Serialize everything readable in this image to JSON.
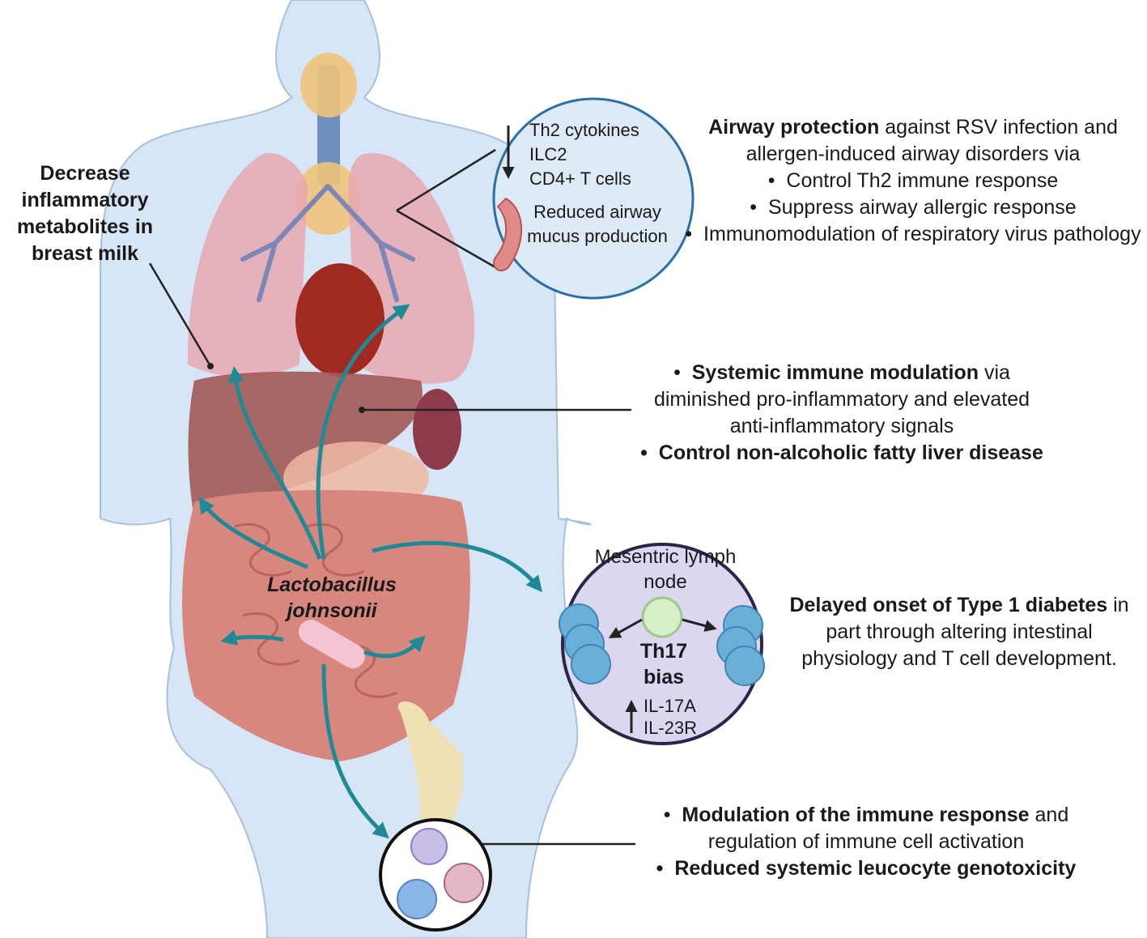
{
  "breast_milk_label": "Decrease inflammatory metabolites in breast milk",
  "airway": {
    "bold": "Airway protection",
    "rest": " against RSV infection and allergen-induced airway disorders via",
    "bullets": [
      "Control Th2 immune response",
      "Suppress airway allergic response",
      "Immunomodulation of respiratory virus pathology"
    ]
  },
  "lung_inset": {
    "items": [
      "Th2 cytokines",
      "ILC2",
      "CD4+ T cells"
    ],
    "mucus": "Reduced airway mucus production"
  },
  "liver": {
    "bullet1_bold": "Systemic immune modulation",
    "bullet1_rest": " via diminished pro-inflammatory and elevated anti-inflammatory signals",
    "bullet2_bold": "Control non-alcoholic fatty liver disease"
  },
  "bacterium_label": "Lactobacillus johnsonii",
  "lymph_node": {
    "title": "Mesentric lymph node",
    "bias": "Th17 bias",
    "il_1": "IL-17A",
    "il_2": "IL-23R"
  },
  "diabetes": {
    "bold": "Delayed onset of Type 1 diabetes",
    "rest": " in part through altering intestinal physiology and T cell development."
  },
  "immune": {
    "bullet1_bold": "Modulation of the immune response",
    "bullet1_rest": " and regulation of  immune cell activation",
    "bullet2_bold": "Reduced systemic leucocyte genotoxicity"
  },
  "colors": {
    "body": "#d6e6f6",
    "lung": "#e8a7b0",
    "liver": "#a25a55",
    "intestine": "#d8877f",
    "arrow": "#1f8a96",
    "inset_fill": "#dfeaf7",
    "lymph_fill": "#dcd6f0"
  }
}
